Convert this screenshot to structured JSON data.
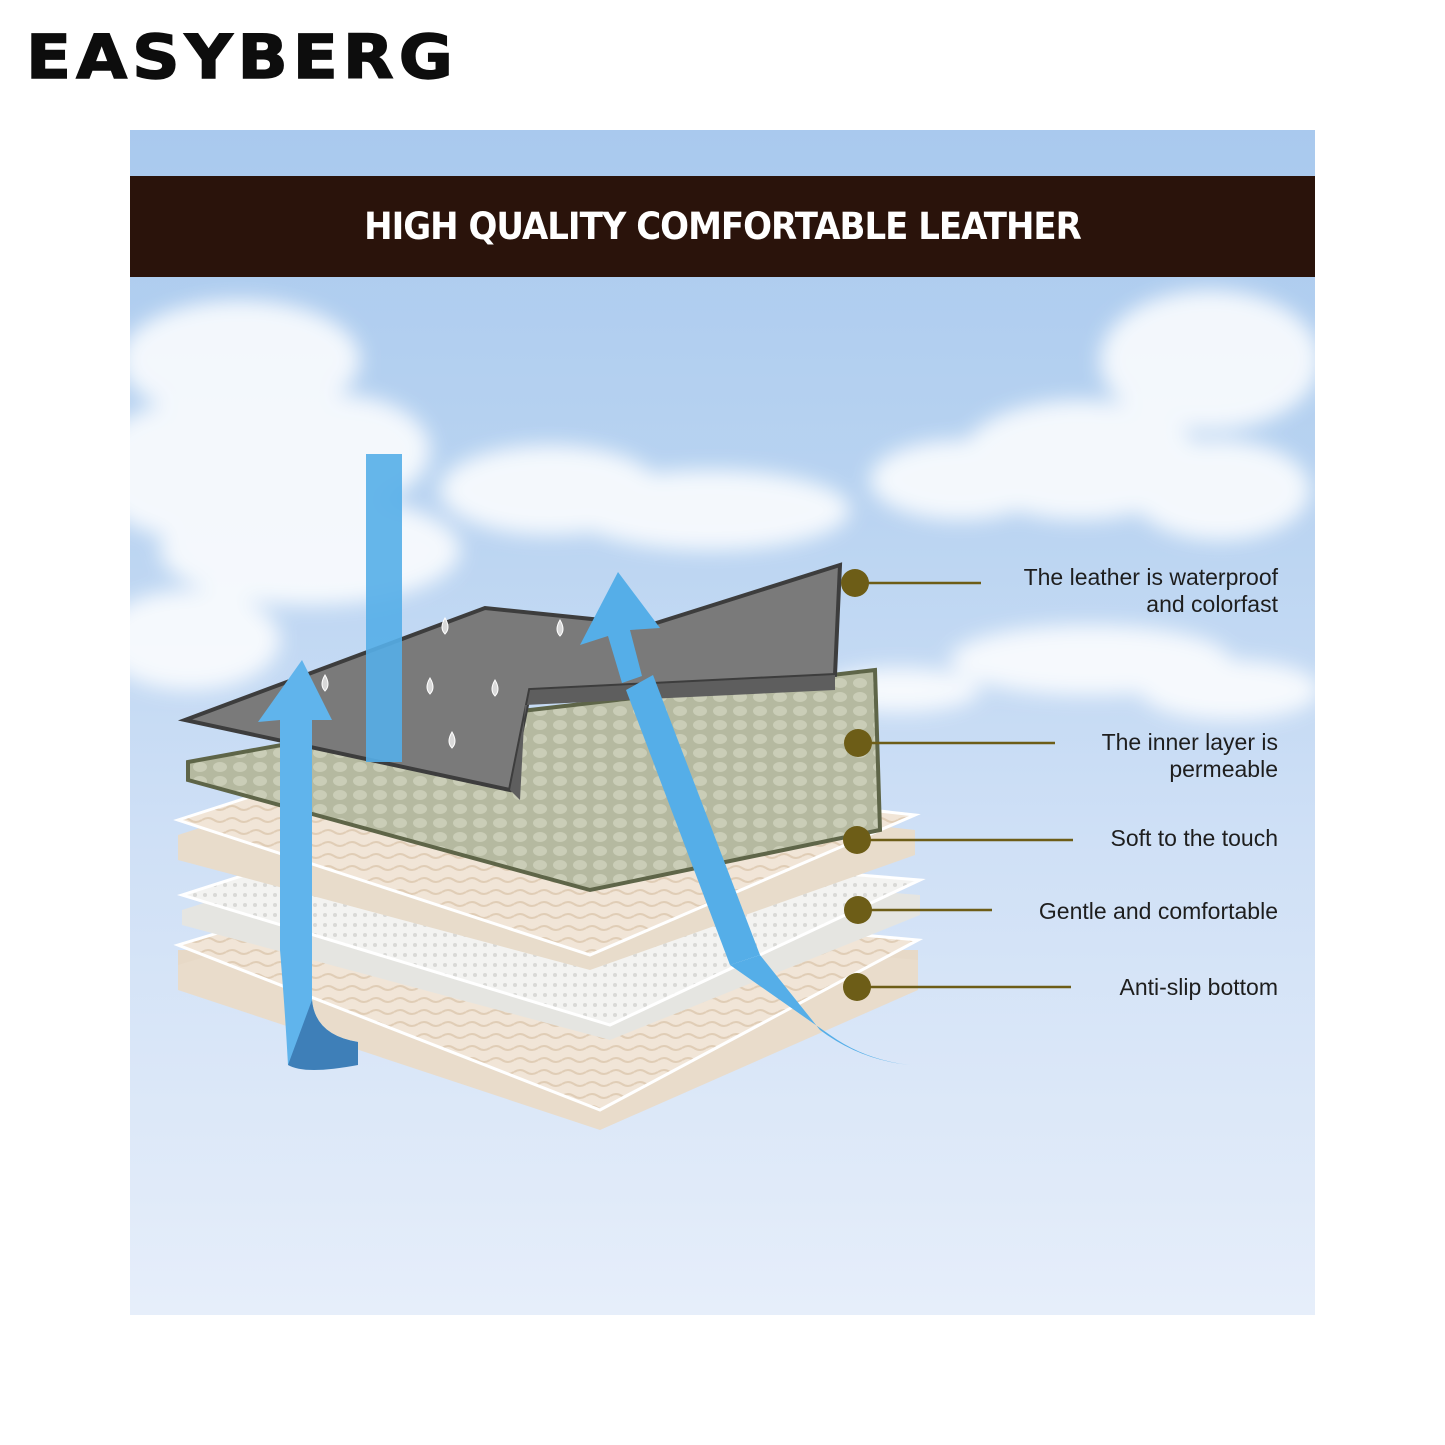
{
  "brand": "EASYBERG",
  "banner": {
    "title": "HIGH QUALITY COMFORTABLE LEATHER"
  },
  "features": [
    {
      "text": "The leather is waterproof\nand colorfast",
      "icon": "dot-marker-icon"
    },
    {
      "text": "The inner layer is\npermeable",
      "icon": "dot-marker-icon"
    },
    {
      "text": "Soft to the touch",
      "icon": "dot-marker-icon"
    },
    {
      "text": "Gentle and comfortable",
      "icon": "dot-marker-icon"
    },
    {
      "text": "Anti-slip bottom",
      "icon": "dot-marker-icon"
    }
  ],
  "colors": {
    "banner": "#2a130b",
    "marker": "#6d5d17",
    "leather": "#7b7b7b",
    "arrow": "#55aee8"
  }
}
